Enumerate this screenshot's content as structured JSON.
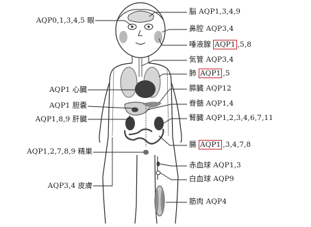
{
  "left_labels": [
    {
      "id": "eye",
      "aqp": "AQP0,1,3,4,5",
      "organ": "眼"
    },
    {
      "id": "heart",
      "aqp": "AQP1",
      "organ": "心臓"
    },
    {
      "id": "gall",
      "aqp": "AQP1",
      "organ": "胆嚢"
    },
    {
      "id": "liver",
      "aqp": "AQP1,8,9",
      "organ": "肝臓"
    },
    {
      "id": "testis",
      "aqp": "AQP1,2,7,8,9",
      "organ": "精巣"
    },
    {
      "id": "skin",
      "aqp": "AQP3,4",
      "organ": "皮膚"
    }
  ],
  "right_labels": [
    {
      "id": "brain",
      "organ": "脳",
      "aqp": "AQP1,3,4,9"
    },
    {
      "id": "nasal",
      "organ": "鼻腔",
      "aqp": "AQP3,4"
    },
    {
      "id": "saliva",
      "organ": "唾液腺",
      "aqp_hl": "AQP1",
      "aqp_rest": ",5,8"
    },
    {
      "id": "trachea",
      "organ": "気管",
      "aqp": "AQP3,4"
    },
    {
      "id": "lung",
      "organ": "肺",
      "aqp_hl": "AQP1",
      "aqp_rest": ",5"
    },
    {
      "id": "pancreas",
      "organ": "膵臓",
      "aqp": "AQP12"
    },
    {
      "id": "spine",
      "organ": "脊髄",
      "aqp": "AQP1,4"
    },
    {
      "id": "kidney",
      "organ": "腎臓",
      "aqp": "AQP1,2,3,4,6,7,11"
    },
    {
      "id": "intestine",
      "organ": "腸",
      "aqp_hl": "AQP1",
      "aqp_rest": ",3,4,7,8"
    },
    {
      "id": "rbc",
      "organ": "赤血球",
      "aqp": "AQP1,3"
    },
    {
      "id": "wbc",
      "organ": "白血球",
      "aqp": "AQP9"
    },
    {
      "id": "muscle",
      "organ": "筋肉",
      "aqp": "AQP4"
    }
  ],
  "colors": {
    "line": "#2a2a2a",
    "organ": "#3d3d3d",
    "cheek": "#b9b9b9",
    "highlight": "#c8282e"
  }
}
